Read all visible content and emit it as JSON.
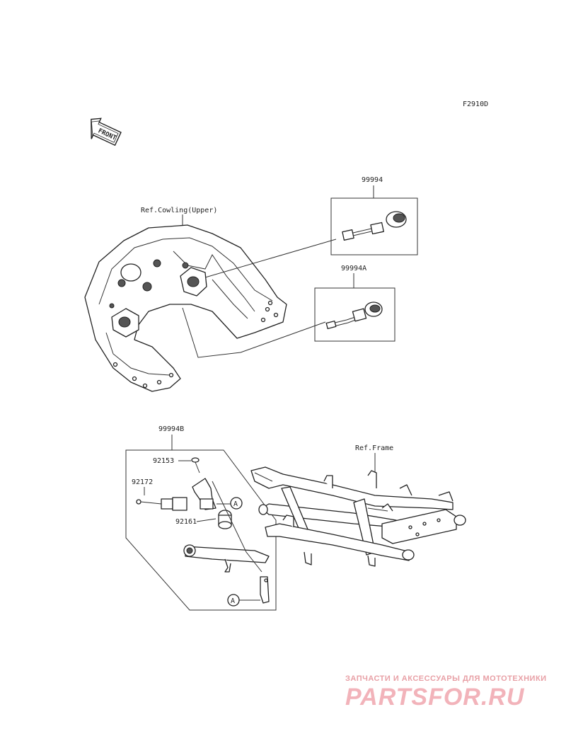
{
  "figure_code": "F2910D",
  "direction_label": "FRONT",
  "refs": {
    "cowling": "Ref.Cowling(Upper)",
    "frame": "Ref.Frame"
  },
  "parts": {
    "p99994": "99994",
    "p99994A": "99994A",
    "p99994B": "99994B",
    "p92153": "92153",
    "p92172": "92172",
    "p92161": "92161"
  },
  "markers": {
    "a1": "A",
    "a2": "A"
  },
  "watermark": {
    "tagline": "ЗАПЧАСТИ И АКСЕССУАРЫ ДЛЯ МОТОТЕХНИКИ",
    "brand": "PARTSFOR.RU"
  }
}
